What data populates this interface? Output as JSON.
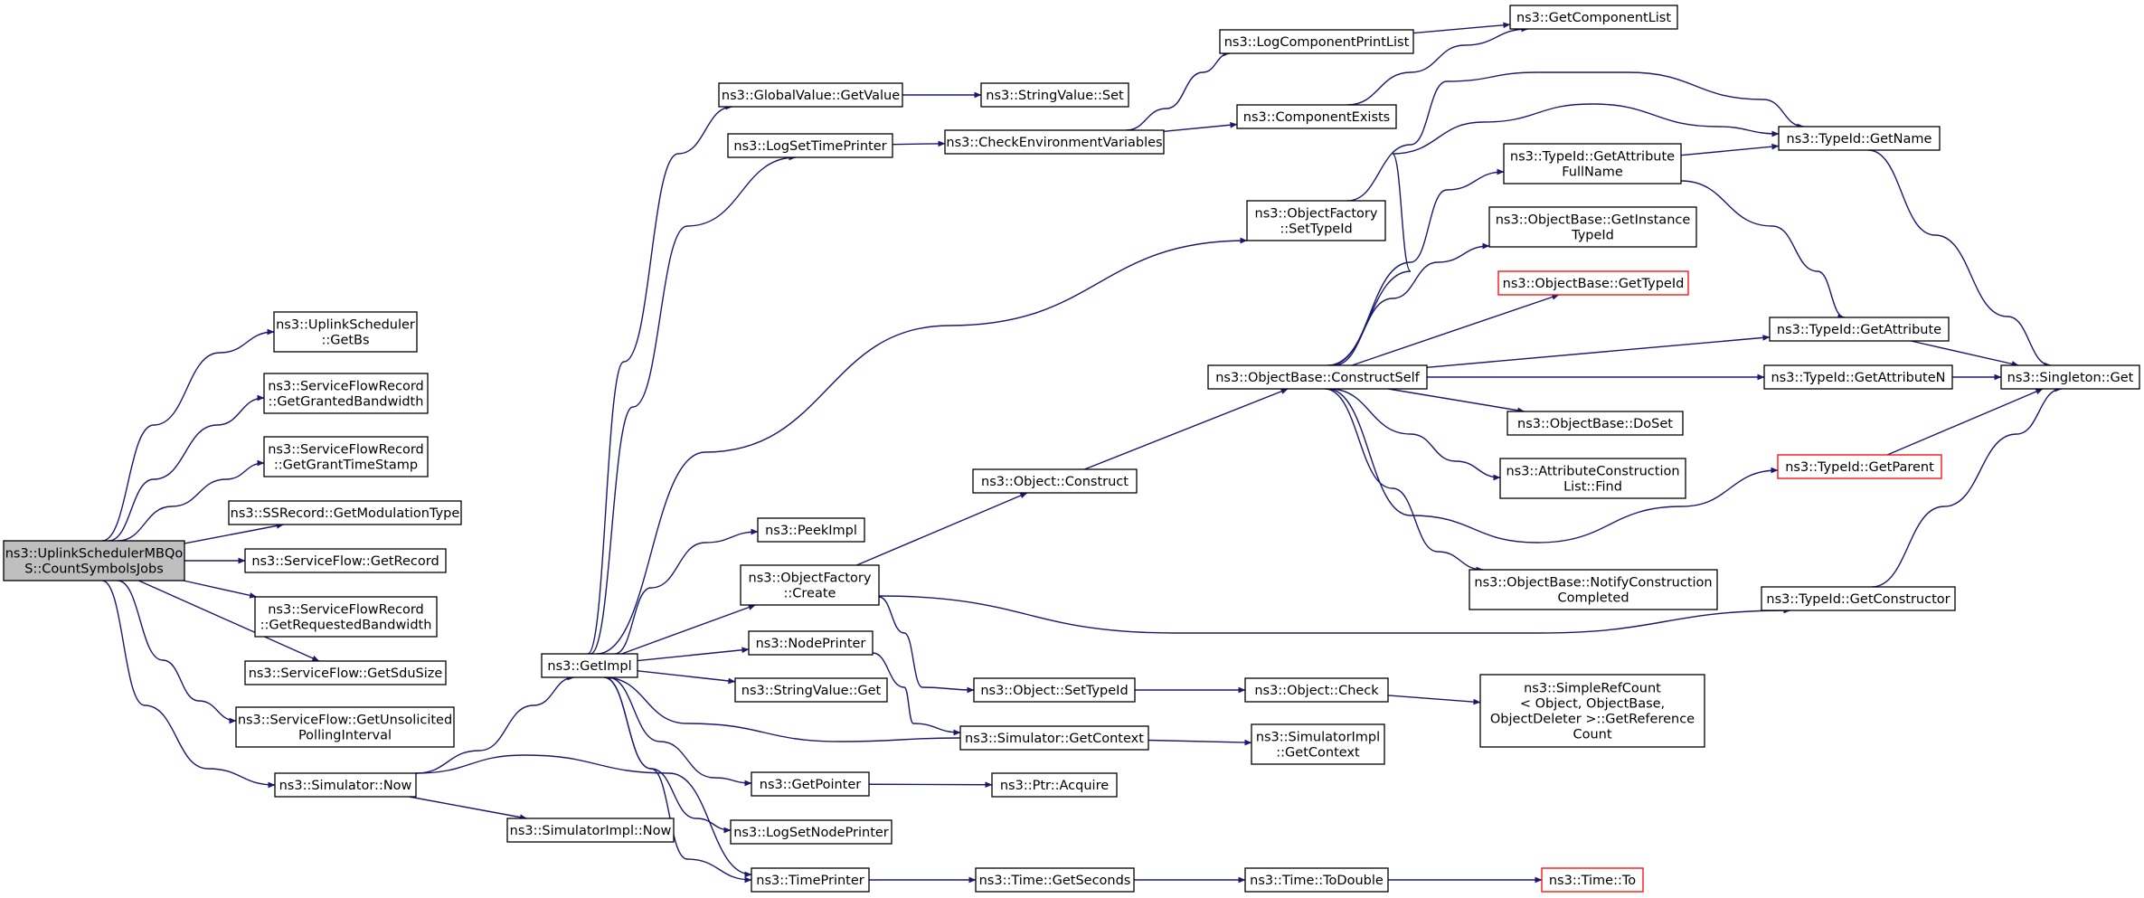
{
  "colors": {
    "edge": "#191970",
    "node_border": "#000000",
    "node_border_truncated": "#ff0000",
    "root_fill": "#bfbfbf",
    "node_fill": "#ffffff"
  },
  "nodes": [
    {
      "id": "root",
      "lines": [
        "ns3::UplinkSchedulerMBQo",
        "S::CountSymbolsJobs"
      ],
      "root": true
    },
    {
      "id": "getbs",
      "lines": [
        "ns3::UplinkScheduler",
        "::GetBs"
      ]
    },
    {
      "id": "sfr_grantedbw",
      "lines": [
        "ns3::ServiceFlowRecord",
        "::GetGrantedBandwidth"
      ]
    },
    {
      "id": "sfr_granttime",
      "lines": [
        "ns3::ServiceFlowRecord",
        "::GetGrantTimeStamp"
      ]
    },
    {
      "id": "ssr_modtype",
      "lines": [
        "ns3::SSRecord::GetModulationType"
      ]
    },
    {
      "id": "sf_getrecord",
      "lines": [
        "ns3::ServiceFlow::GetRecord"
      ]
    },
    {
      "id": "sfr_reqbw",
      "lines": [
        "ns3::ServiceFlowRecord",
        "::GetRequestedBandwidth"
      ]
    },
    {
      "id": "sf_sdusize",
      "lines": [
        "ns3::ServiceFlow::GetSduSize"
      ]
    },
    {
      "id": "sf_unsolicited",
      "lines": [
        "ns3::ServiceFlow::GetUnsolicited",
        "PollingInterval"
      ]
    },
    {
      "id": "sim_now",
      "lines": [
        "ns3::Simulator::Now"
      ]
    },
    {
      "id": "simimpl_now",
      "lines": [
        "ns3::SimulatorImpl::Now"
      ]
    },
    {
      "id": "getimpl",
      "lines": [
        "ns3::GetImpl"
      ]
    },
    {
      "id": "gv_getvalue",
      "lines": [
        "ns3::GlobalValue::GetValue"
      ]
    },
    {
      "id": "sv_set",
      "lines": [
        "ns3::StringValue::Set"
      ]
    },
    {
      "id": "logsettimeprinter",
      "lines": [
        "ns3::LogSetTimePrinter"
      ]
    },
    {
      "id": "checkenv",
      "lines": [
        "ns3::CheckEnvironmentVariables"
      ]
    },
    {
      "id": "logcompprintlist",
      "lines": [
        "ns3::LogComponentPrintList"
      ]
    },
    {
      "id": "getcomplist",
      "lines": [
        "ns3::GetComponentList"
      ]
    },
    {
      "id": "compexists",
      "lines": [
        "ns3::ComponentExists"
      ]
    },
    {
      "id": "of_settypeid",
      "lines": [
        "ns3::ObjectFactory",
        "::SetTypeId"
      ]
    },
    {
      "id": "tid_getname",
      "lines": [
        "ns3::TypeId::GetName"
      ]
    },
    {
      "id": "tid_getattrfullname",
      "lines": [
        "ns3::TypeId::GetAttribute",
        "FullName"
      ]
    },
    {
      "id": "ob_getinstancetypeid",
      "lines": [
        "ns3::ObjectBase::GetInstance",
        "TypeId"
      ]
    },
    {
      "id": "ob_gettypeid",
      "lines": [
        "ns3::ObjectBase::GetTypeId"
      ],
      "truncated": true
    },
    {
      "id": "tid_getattribute",
      "lines": [
        "ns3::TypeId::GetAttribute"
      ]
    },
    {
      "id": "ob_constructself",
      "lines": [
        "ns3::ObjectBase::ConstructSelf"
      ]
    },
    {
      "id": "tid_getattributen",
      "lines": [
        "ns3::TypeId::GetAttributeN"
      ]
    },
    {
      "id": "singleton_get",
      "lines": [
        "ns3::Singleton::Get"
      ]
    },
    {
      "id": "ob_doset",
      "lines": [
        "ns3::ObjectBase::DoSet"
      ]
    },
    {
      "id": "acl_find",
      "lines": [
        "ns3::AttributeConstruction",
        "List::Find"
      ]
    },
    {
      "id": "tid_getparent",
      "lines": [
        "ns3::TypeId::GetParent"
      ],
      "truncated": true
    },
    {
      "id": "obj_construct",
      "lines": [
        "ns3::Object::Construct"
      ]
    },
    {
      "id": "peekimpl",
      "lines": [
        "ns3::PeekImpl"
      ]
    },
    {
      "id": "of_create",
      "lines": [
        "ns3::ObjectFactory",
        "::Create"
      ]
    },
    {
      "id": "ob_notify",
      "lines": [
        "ns3::ObjectBase::NotifyConstruction",
        "Completed"
      ]
    },
    {
      "id": "tid_getconstructor",
      "lines": [
        "ns3::TypeId::GetConstructor"
      ]
    },
    {
      "id": "nodeprinter",
      "lines": [
        "ns3::NodePrinter"
      ]
    },
    {
      "id": "sv_get",
      "lines": [
        "ns3::StringValue::Get"
      ]
    },
    {
      "id": "obj_settypeid",
      "lines": [
        "ns3::Object::SetTypeId"
      ]
    },
    {
      "id": "obj_check",
      "lines": [
        "ns3::Object::Check"
      ]
    },
    {
      "id": "srefcount",
      "lines": [
        "ns3::SimpleRefCount",
        "< Object, ObjectBase,",
        "ObjectDeleter >::GetReference",
        "Count"
      ]
    },
    {
      "id": "sim_getcontext",
      "lines": [
        "ns3::Simulator::GetContext"
      ]
    },
    {
      "id": "simimpl_getcontext",
      "lines": [
        "ns3::SimulatorImpl",
        "::GetContext"
      ]
    },
    {
      "id": "getpointer",
      "lines": [
        "ns3::GetPointer"
      ]
    },
    {
      "id": "ptr_acquire",
      "lines": [
        "ns3::Ptr::Acquire"
      ]
    },
    {
      "id": "logsetnodeprinter",
      "lines": [
        "ns3::LogSetNodePrinter"
      ]
    },
    {
      "id": "timeprinter",
      "lines": [
        "ns3::TimePrinter"
      ]
    },
    {
      "id": "time_getseconds",
      "lines": [
        "ns3::Time::GetSeconds"
      ]
    },
    {
      "id": "time_todouble",
      "lines": [
        "ns3::Time::ToDouble"
      ]
    },
    {
      "id": "time_to",
      "lines": [
        "ns3::Time::To"
      ],
      "truncated": true
    }
  ],
  "edges": [
    [
      "root",
      "getbs"
    ],
    [
      "root",
      "sfr_grantedbw"
    ],
    [
      "root",
      "sfr_granttime"
    ],
    [
      "root",
      "ssr_modtype"
    ],
    [
      "root",
      "sf_getrecord"
    ],
    [
      "root",
      "sfr_reqbw"
    ],
    [
      "root",
      "sf_sdusize"
    ],
    [
      "root",
      "sf_unsolicited"
    ],
    [
      "root",
      "sim_now"
    ],
    [
      "sim_now",
      "getimpl"
    ],
    [
      "sim_now",
      "simimpl_now"
    ],
    [
      "sim_now",
      "timeprinter"
    ],
    [
      "getimpl",
      "gv_getvalue"
    ],
    [
      "getimpl",
      "logsettimeprinter"
    ],
    [
      "getimpl",
      "of_settypeid"
    ],
    [
      "getimpl",
      "peekimpl"
    ],
    [
      "getimpl",
      "of_create"
    ],
    [
      "getimpl",
      "nodeprinter"
    ],
    [
      "getimpl",
      "sv_get"
    ],
    [
      "getimpl",
      "getpointer"
    ],
    [
      "getimpl",
      "logsetnodeprinter"
    ],
    [
      "getimpl",
      "timeprinter"
    ],
    [
      "gv_getvalue",
      "sv_set"
    ],
    [
      "logsettimeprinter",
      "checkenv"
    ],
    [
      "checkenv",
      "logcompprintlist"
    ],
    [
      "checkenv",
      "compexists"
    ],
    [
      "logcompprintlist",
      "getcomplist"
    ],
    [
      "compexists",
      "getcomplist"
    ],
    [
      "of_settypeid",
      "tid_getname"
    ],
    [
      "tid_getname",
      "singleton_get"
    ],
    [
      "tid_getattrfullname",
      "tid_getname"
    ],
    [
      "tid_getattrfullname",
      "tid_getattribute"
    ],
    [
      "tid_getattribute",
      "singleton_get"
    ],
    [
      "tid_getattributen",
      "singleton_get"
    ],
    [
      "tid_getparent",
      "singleton_get"
    ],
    [
      "tid_getconstructor",
      "singleton_get"
    ],
    [
      "ob_constructself",
      "tid_getname"
    ],
    [
      "ob_constructself",
      "tid_getattrfullname"
    ],
    [
      "ob_constructself",
      "ob_getinstancetypeid"
    ],
    [
      "ob_constructself",
      "ob_gettypeid"
    ],
    [
      "ob_constructself",
      "tid_getattribute"
    ],
    [
      "ob_constructself",
      "tid_getattributen"
    ],
    [
      "ob_constructself",
      "ob_doset"
    ],
    [
      "ob_constructself",
      "acl_find"
    ],
    [
      "ob_constructself",
      "tid_getparent"
    ],
    [
      "ob_constructself",
      "ob_notify"
    ],
    [
      "obj_construct",
      "ob_constructself"
    ],
    [
      "of_create",
      "obj_construct"
    ],
    [
      "of_create",
      "tid_getconstructor"
    ],
    [
      "of_create",
      "obj_settypeid"
    ],
    [
      "nodeprinter",
      "sim_getcontext"
    ],
    [
      "sim_getcontext",
      "getimpl"
    ],
    [
      "sim_getcontext",
      "simimpl_getcontext"
    ],
    [
      "obj_settypeid",
      "obj_check"
    ],
    [
      "obj_check",
      "srefcount"
    ],
    [
      "getpointer",
      "ptr_acquire"
    ],
    [
      "timeprinter",
      "time_getseconds"
    ],
    [
      "time_getseconds",
      "time_todouble"
    ],
    [
      "time_todouble",
      "time_to"
    ]
  ]
}
